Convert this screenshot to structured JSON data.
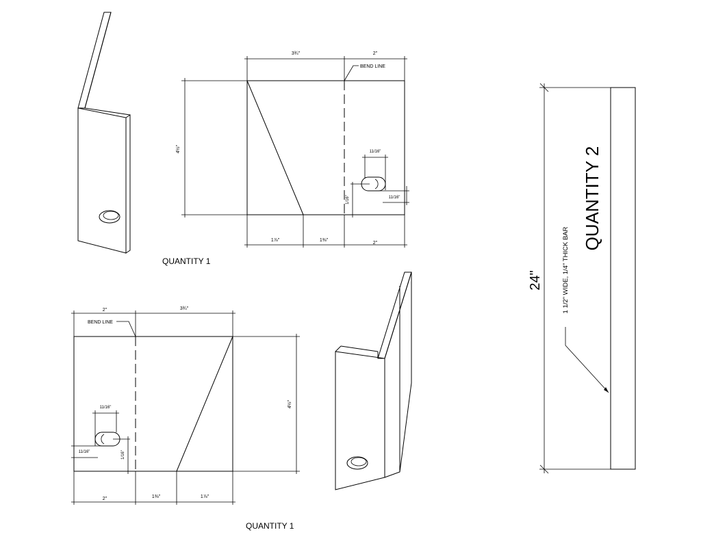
{
  "parts": {
    "top_part": {
      "quantity_label": "QUANTITY 1",
      "bend_line_label": "BEND LINE",
      "dims": {
        "top_left": "3¾\"",
        "top_right": "2\"",
        "height": "4½\"",
        "bottom_1": "1⅞\"",
        "bottom_2": "1⅜\"",
        "bottom_3": "2\"",
        "slot_width": "11/16\"",
        "slot_from_bend": "1/16\"",
        "slot_height": "11/16\""
      }
    },
    "bottom_part": {
      "quantity_label": "QUANTITY 1",
      "bend_line_label": "BEND LINE",
      "dims": {
        "top_left": "2\"",
        "top_right": "3¾\"",
        "height": "4½\"",
        "bottom_1": "2\"",
        "bottom_2": "1⅜\"",
        "bottom_3": "1⅞\"",
        "slot_width": "11/16\"",
        "slot_height": "11/16\"",
        "slot_from_bend": "1/16\""
      }
    },
    "bar": {
      "length_label": "24\"",
      "quantity_label": "QUANTITY 2",
      "note": "1 1/2\" WIDE, 1/4\" THICK BAR"
    }
  }
}
